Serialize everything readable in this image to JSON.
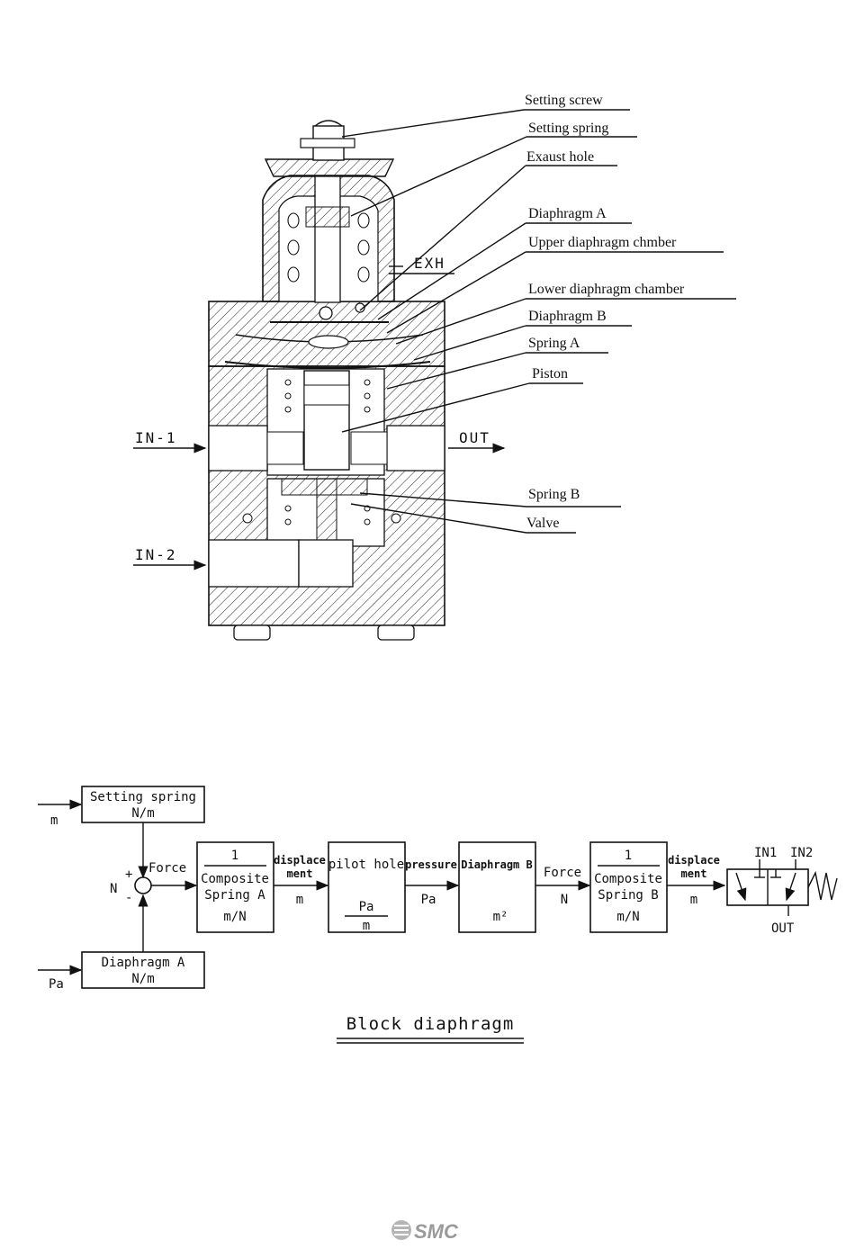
{
  "cross_section": {
    "callouts": [
      "Setting screw",
      "Setting spring",
      "Exaust hole",
      "Diaphragm A",
      "Upper diaphragm chmber",
      "Lower diaphragm chamber",
      "Diaphragm B",
      "Spring A",
      "Piston",
      "Spring B",
      "Valve"
    ],
    "ports": {
      "exh": "EXH",
      "in1": "IN-1",
      "out": "OUT",
      "in2": "IN-2"
    }
  },
  "block_diagram": {
    "inputs": {
      "m": "m",
      "pa": "Pa"
    },
    "setting_spring": {
      "title": "Setting spring",
      "unit": "N/m"
    },
    "diaphragm_a": {
      "title": "Diaphragm A",
      "unit": "N/m"
    },
    "summing": {
      "label": "N",
      "plus": "+",
      "minus": "-"
    },
    "signals": {
      "force1": "Force",
      "displacement1_l1": "displace",
      "displacement1_l2": "ment",
      "displacement1_unit": "m",
      "pressure": "pressure",
      "pressure_unit": "Pa",
      "force2": "Force",
      "force2_unit": "N",
      "displacement2_l1": "displace",
      "displacement2_l2": "ment",
      "displacement2_unit": "m"
    },
    "composite_a": {
      "num": "1",
      "l1": "Composite",
      "l2": "Spring A",
      "unit": "m/N"
    },
    "pilot_hole": {
      "title": "pilot hole",
      "num": "Pa",
      "den": "m"
    },
    "diaphragm_b": {
      "title": "Diaphragm B",
      "unit": "m²"
    },
    "composite_b": {
      "num": "1",
      "l1": "Composite",
      "l2": "Spring B",
      "unit": "m/N"
    },
    "valve_symbol": {
      "in1": "IN1",
      "in2": "IN2",
      "out": "OUT"
    },
    "caption": "Block diaphragm"
  },
  "footer": {
    "logo": "SMC"
  }
}
